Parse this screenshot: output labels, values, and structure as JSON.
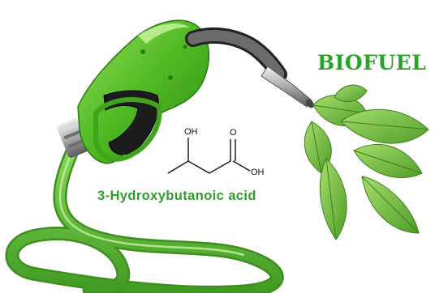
{
  "title": "BIOFUEL",
  "compound": {
    "name": "3-Hydroxybutanoic acid",
    "atoms": {
      "hydroxyl": "OH",
      "carbonyl_oxygen": "O",
      "acid_hydroxyl": "OH"
    }
  },
  "colors": {
    "title_green": "#2aa52a",
    "nozzle_green": "#5cc42a",
    "hose_green": "#6cc43c",
    "leaf_green": "#7cc24a"
  },
  "icons": [
    "fuel-nozzle-icon",
    "hose-icon",
    "leaf-icon",
    "molecule-structure-icon"
  ]
}
